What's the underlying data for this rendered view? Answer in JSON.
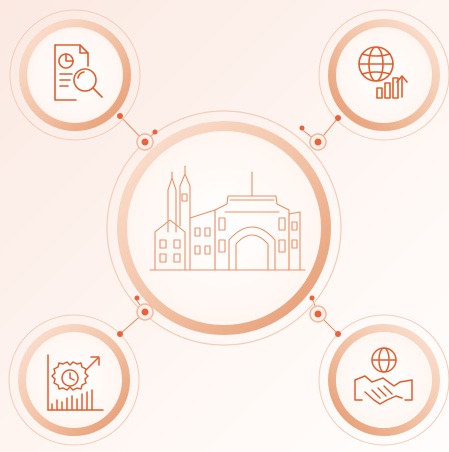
{
  "diagram": {
    "center": {
      "icon": "university-gate-buildings-icon"
    },
    "satellites": [
      {
        "position": "top-left",
        "icon": "document-pie-chart-magnifier-icon"
      },
      {
        "position": "top-right",
        "icon": "globe-bar-chart-growth-icon"
      },
      {
        "position": "bottom-left",
        "icon": "gear-clock-rising-chart-icon"
      },
      {
        "position": "bottom-right",
        "icon": "globe-handshake-icon"
      }
    ],
    "colors": {
      "line": "#ef8a62",
      "icon_stroke": "#e05e2e",
      "ring_outer": "#f3cdb8",
      "ring_gradient_start": "#f7d9c4",
      "ring_gradient_end": "#e9a47d",
      "node": "#e9623a"
    }
  }
}
